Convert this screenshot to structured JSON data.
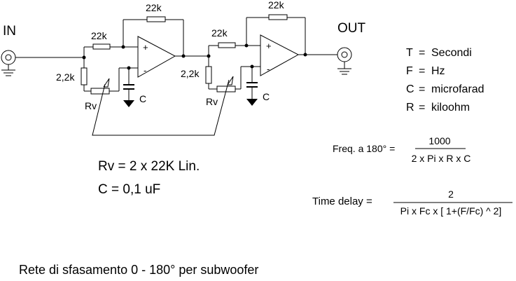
{
  "labels": {
    "input": "IN",
    "output": "OUT",
    "stage1": {
      "feedback": "22k",
      "input_r": "22k",
      "shunt_r": "2,2k",
      "pot": "Rv",
      "cap": "C",
      "plus": "+",
      "minus": "-"
    },
    "stage2": {
      "feedback": "22k",
      "input_r": "22k",
      "shunt_r": "2,2k",
      "pot": "Rv",
      "cap": "C",
      "plus": "+",
      "minus": "-"
    }
  },
  "legend": [
    {
      "symbol": "T",
      "eq": "=",
      "meaning": "Secondi"
    },
    {
      "symbol": "F",
      "eq": "=",
      "meaning": "Hz"
    },
    {
      "symbol": "C",
      "eq": "=",
      "meaning": "microfarad"
    },
    {
      "symbol": "R",
      "eq": "=",
      "meaning": "kiloohm"
    }
  ],
  "formulas": {
    "freq": {
      "label": "Freq. a 180° =",
      "numerator": "1000",
      "denominator": "2 x Pi x R x C"
    },
    "delay": {
      "label": "Time delay =",
      "numerator": "2",
      "denominator": "Pi x Fc x [ 1+(F/Fc) ^ 2]"
    }
  },
  "values": {
    "rv": "Rv = 2 x 22K Lin.",
    "c": "C = 0,1 uF"
  },
  "caption": "Rete di sfasamento 0 - 180° per subwoofer"
}
